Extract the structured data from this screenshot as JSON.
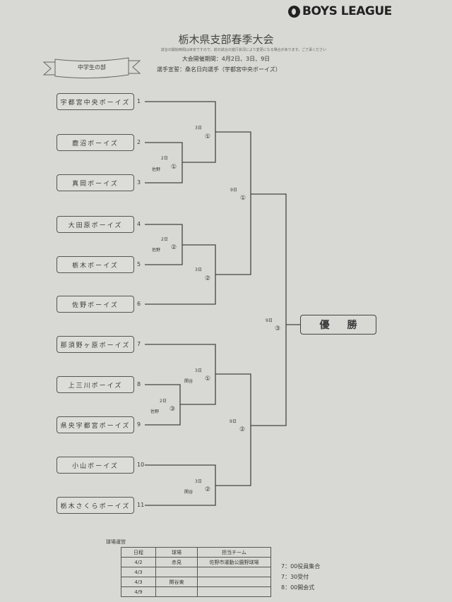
{
  "logo": {
    "text": "BOYS LEAGUE"
  },
  "header": {
    "title": "栃木県支部春季大会",
    "note": "試合の開始時間は目安ですので、前の試合の進行状況により変更になる場合があります。ご了承ください",
    "dates": "大会開催期間：4月2日、3日、9日",
    "oath": "選手宣誓：桑名日向選手（宇都宮中央ボーイズ）"
  },
  "division": "中学生の部",
  "teams": [
    {
      "name": "宇都宮中央ボーイズ",
      "number": "1"
    },
    {
      "name": "鹿沼ボーイズ",
      "number": "2"
    },
    {
      "name": "真岡ボーイズ",
      "number": "3"
    },
    {
      "name": "大田原ボーイズ",
      "number": "4"
    },
    {
      "name": "栃木ボーイズ",
      "number": "5"
    },
    {
      "name": "佐野ボーイズ",
      "number": "6"
    },
    {
      "name": "那須野ヶ原ボーイズ",
      "number": "7"
    },
    {
      "name": "上三川ボーイズ",
      "number": "8"
    },
    {
      "name": "県央宇都宮ボーイズ",
      "number": "9"
    },
    {
      "name": "小山ボーイズ",
      "number": "10"
    },
    {
      "name": "栃木さくらボーイズ",
      "number": "11"
    }
  ],
  "matches": [
    {
      "day": "2日",
      "venue": "佐野",
      "no": "①"
    },
    {
      "day": "3日",
      "venue": "",
      "no": "①"
    },
    {
      "day": "2日",
      "venue": "佐野",
      "no": "②"
    },
    {
      "day": "3日",
      "venue": "",
      "no": "②"
    },
    {
      "day": "9日",
      "venue": "",
      "no": "①"
    },
    {
      "day": "2日",
      "venue": "佐野",
      "no": "③"
    },
    {
      "day": "3日",
      "venue": "関谷",
      "no": "①"
    },
    {
      "day": "3日",
      "venue": "関谷",
      "no": "②"
    },
    {
      "day": "9日",
      "venue": "",
      "no": "②"
    },
    {
      "day": "9日",
      "venue": "",
      "no": "③"
    }
  ],
  "champion": {
    "c1": "優",
    "c2": "勝"
  },
  "schedule": {
    "caption": "球場運営",
    "headers": [
      "日程",
      "球場",
      "担当チーム"
    ],
    "rows": [
      [
        "4/2",
        "赤見",
        "佐野市運動公園野球場"
      ],
      [
        "4/3",
        "",
        ""
      ],
      [
        "4/3",
        "関谷東",
        ""
      ],
      [
        "4/9",
        "",
        ""
      ]
    ],
    "times": [
      "7：00役員集合",
      "7：30受付",
      "8：00開会式"
    ]
  }
}
